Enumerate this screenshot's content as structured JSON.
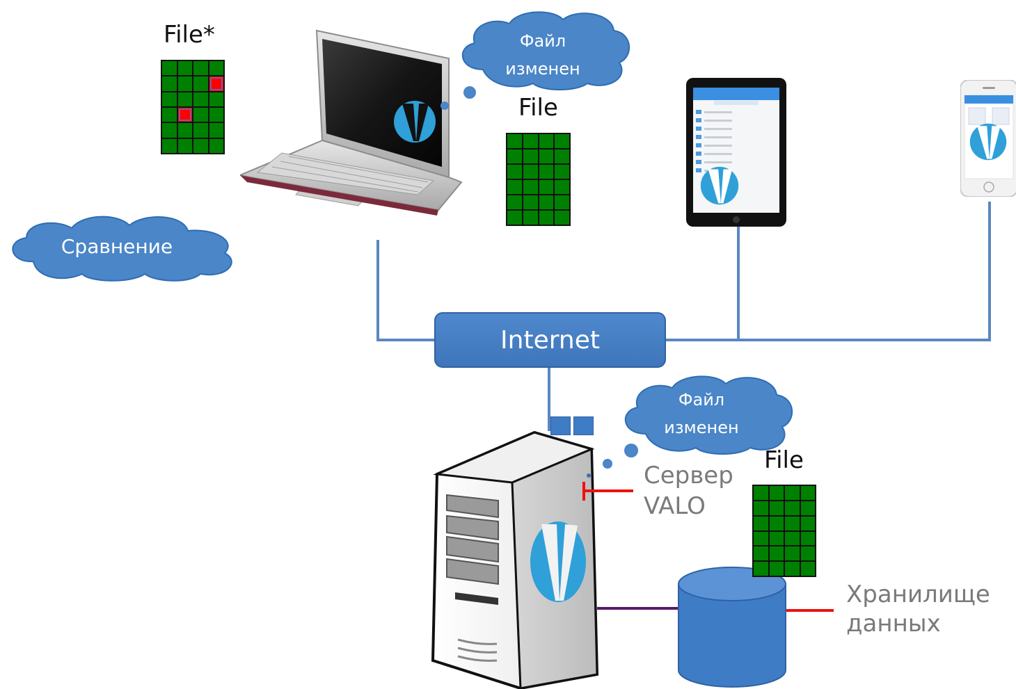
{
  "diagram": {
    "laptop_file_label": "File*",
    "laptop_local_label": "File",
    "server_file_label": "File",
    "cloud_laptop_text": [
      "Файл",
      "изменен"
    ],
    "cloud_compare_text": "Сравнение",
    "cloud_server_text": [
      "Файл",
      "изменен"
    ],
    "internet_label": "Internet",
    "server_label": [
      "Сервер",
      "VALO"
    ],
    "storage_label": [
      "Хранилище",
      "данных"
    ],
    "modified_grid_cells": [
      7,
      13
    ],
    "grid_rows": 6,
    "grid_cols": 4
  },
  "colors": {
    "cloud_fill": "#4a86c8",
    "cloud_stroke": "#2f6db2",
    "line_color": "#5b87c0",
    "grid_cell": "#008000",
    "grid_modified": "#ff0000",
    "pointer_red": "#ee1111",
    "db_fill": "#3f7cc6",
    "connector_purple": "#5a1a6a",
    "valo_logo": "#2fa0d8"
  },
  "icons": [
    "laptop-icon",
    "tablet-icon",
    "phone-icon",
    "server-tower-icon",
    "database-icon",
    "valo-logo-icon",
    "cloud-icon"
  ]
}
